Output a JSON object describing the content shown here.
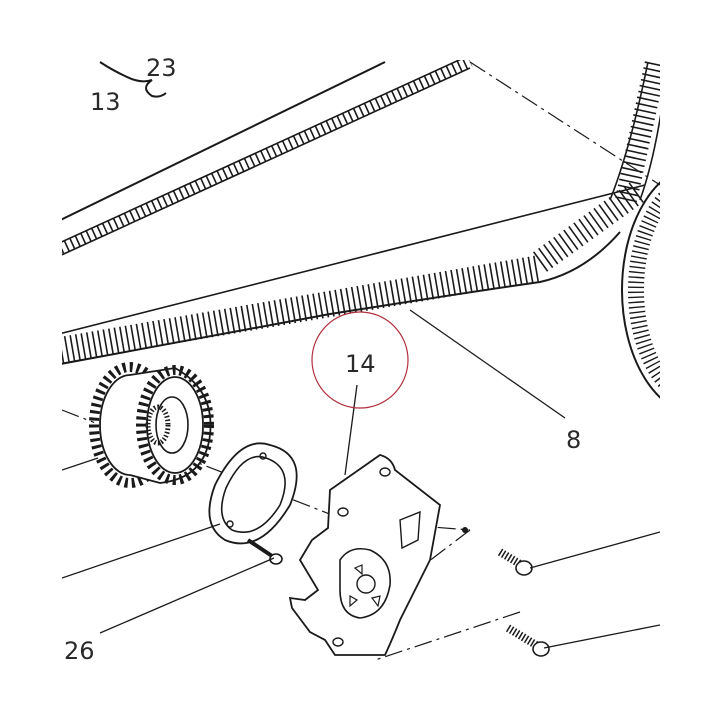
{
  "labels": {
    "l13": "13",
    "l23": "23",
    "l14": "14",
    "l8": "8",
    "l26": "26"
  },
  "colors": {
    "ink": "#1a1a1a",
    "highlight": "#b03040",
    "paper": "#ffffff"
  }
}
